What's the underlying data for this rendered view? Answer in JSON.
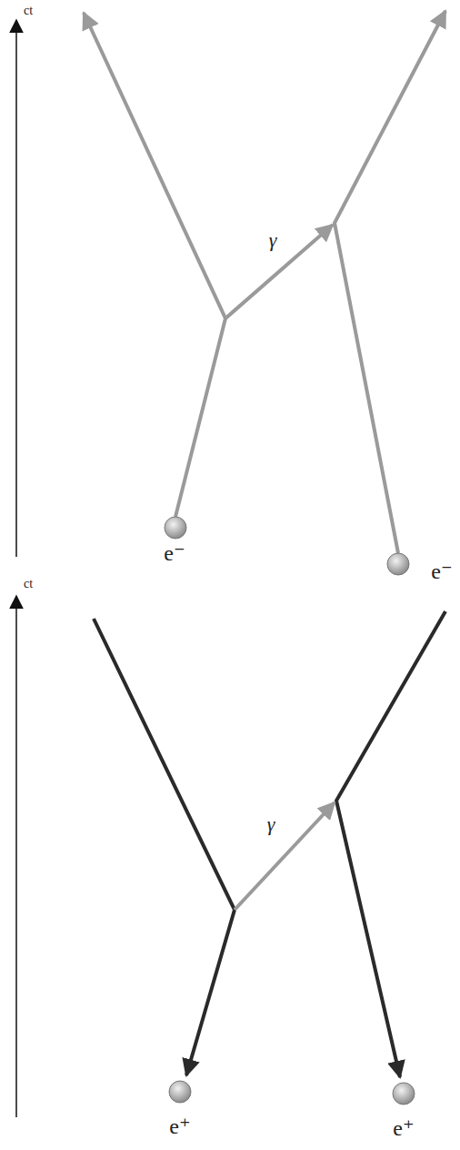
{
  "diagram": {
    "labels": [
      "ct",
      "γ",
      "e⁻",
      "e⁻",
      "ct",
      "γ",
      "e⁺",
      "e⁺"
    ]
  }
}
